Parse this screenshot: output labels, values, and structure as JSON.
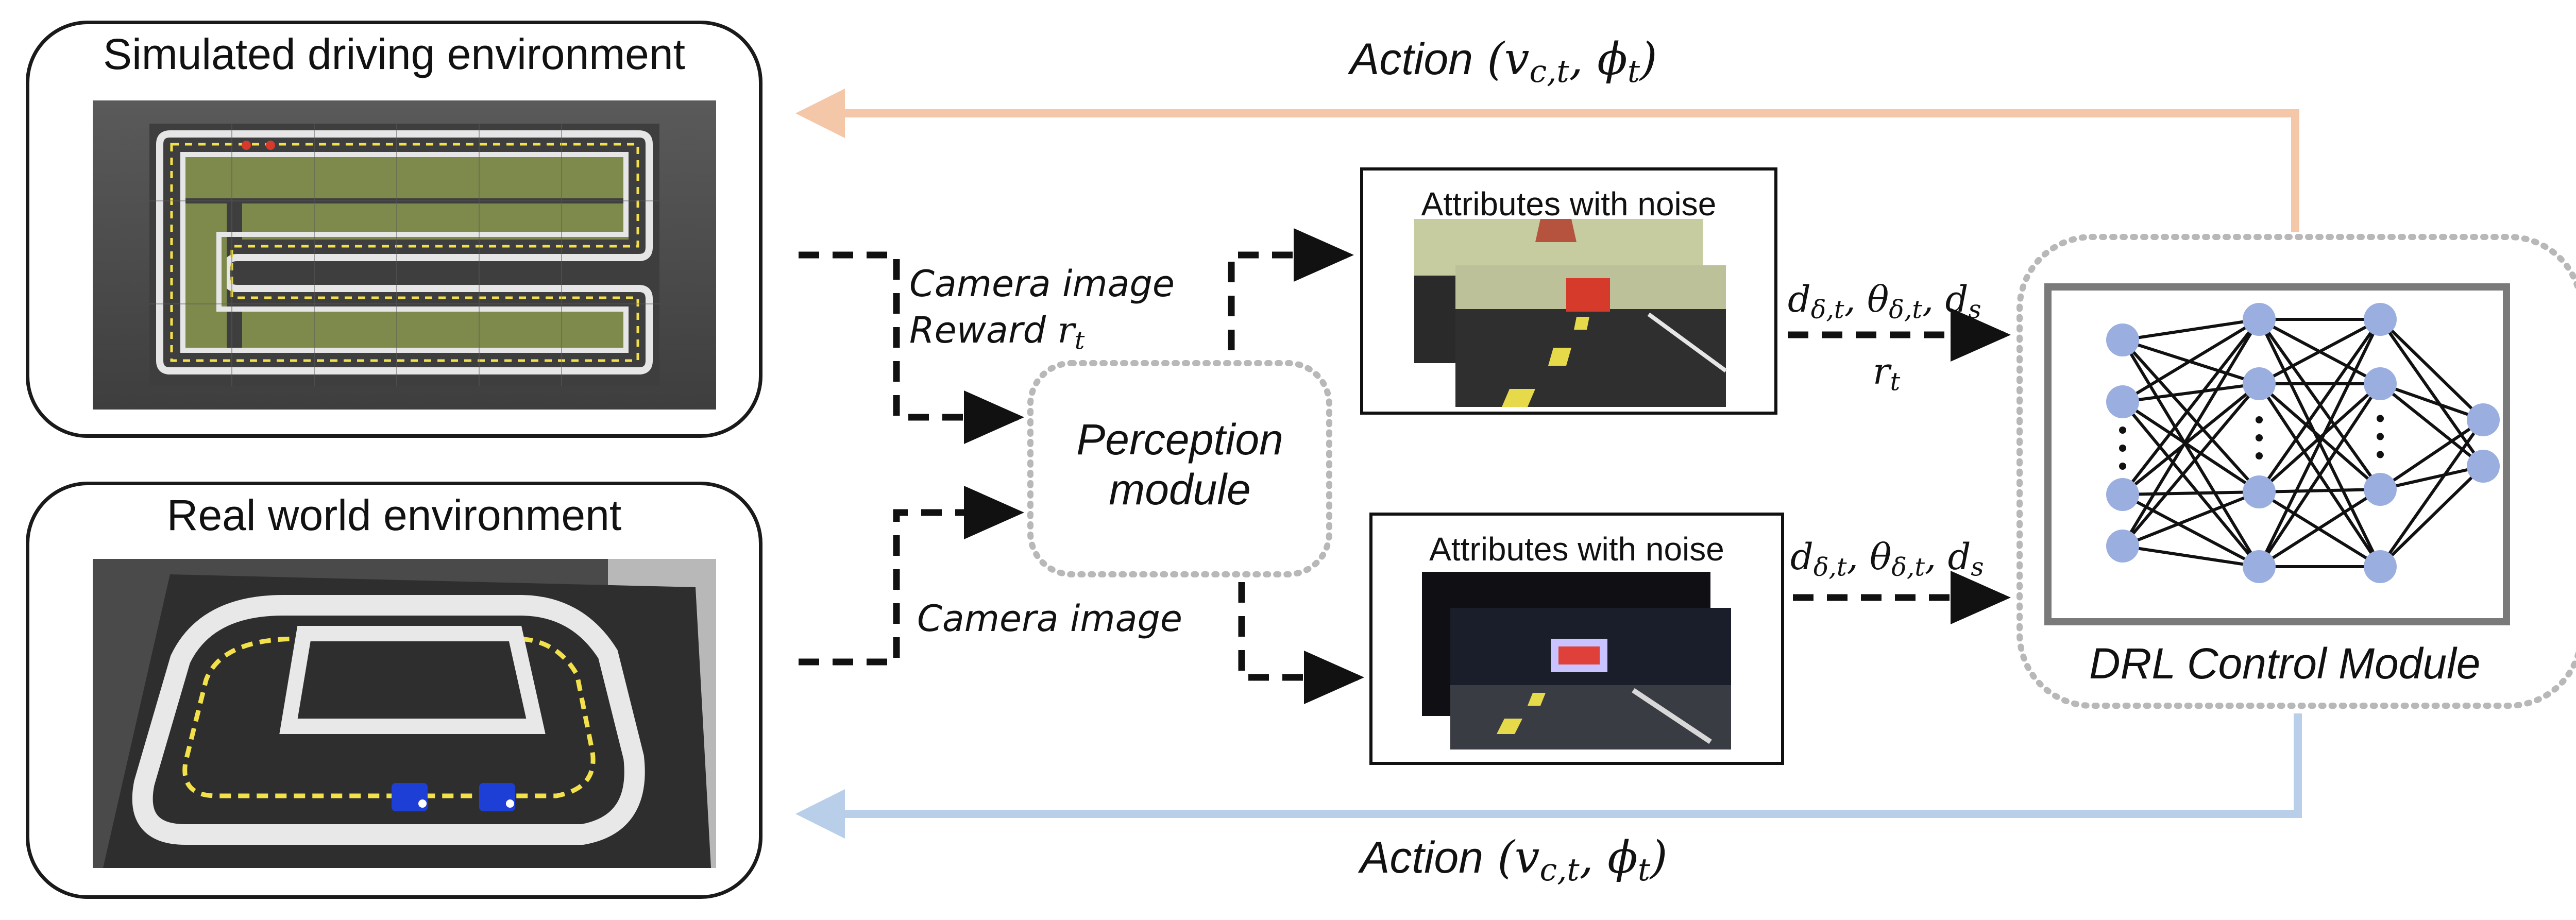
{
  "sim_env": {
    "title": "Simulated driving environment"
  },
  "real_env": {
    "title": "Real world environment"
  },
  "attrs_top": {
    "title": "Attributes with noise"
  },
  "attrs_bottom": {
    "title": "Attributes with noise"
  },
  "perception": {
    "line1": "Perception",
    "line2": "module"
  },
  "drl": {
    "label": "DRL Control Module"
  },
  "labels": {
    "camera_image_top": "Camera image",
    "reward_word": "Reward ",
    "reward_var": "r",
    "reward_sub": "t",
    "camera_image_bottom": "Camera image",
    "rt_var": "r",
    "rt_sub": "t"
  },
  "attr_vars": {
    "d": "d",
    "d_sub": "δ,t",
    "theta": "θ",
    "theta_sub": "δ,t",
    "ds": "d",
    "ds_sub": "s",
    "sep": ", "
  },
  "action_top": {
    "word": "Action",
    "open": " (",
    "v": "v",
    "v_sub": "c,t",
    "comma": ", ",
    "phi": "ϕ",
    "phi_sub": "t",
    "close": ")"
  },
  "action_bottom": {
    "word": "Action",
    "open": " (",
    "v": "v",
    "v_sub": "c,t",
    "comma": ", ",
    "phi": "ϕ",
    "phi_sub": "t",
    "close": ")"
  },
  "colors": {
    "action_top_arrow": "#f3c7a8",
    "action_bottom_arrow": "#b9cfe9",
    "neuron": "#9aaee0",
    "dotted_border": "#b8b8b8",
    "track_green": "#7e8a4c",
    "track_dark": "#4a4a4a",
    "mat_dark": "#2e2e2e",
    "lane_yellow": "#f2e14a"
  }
}
